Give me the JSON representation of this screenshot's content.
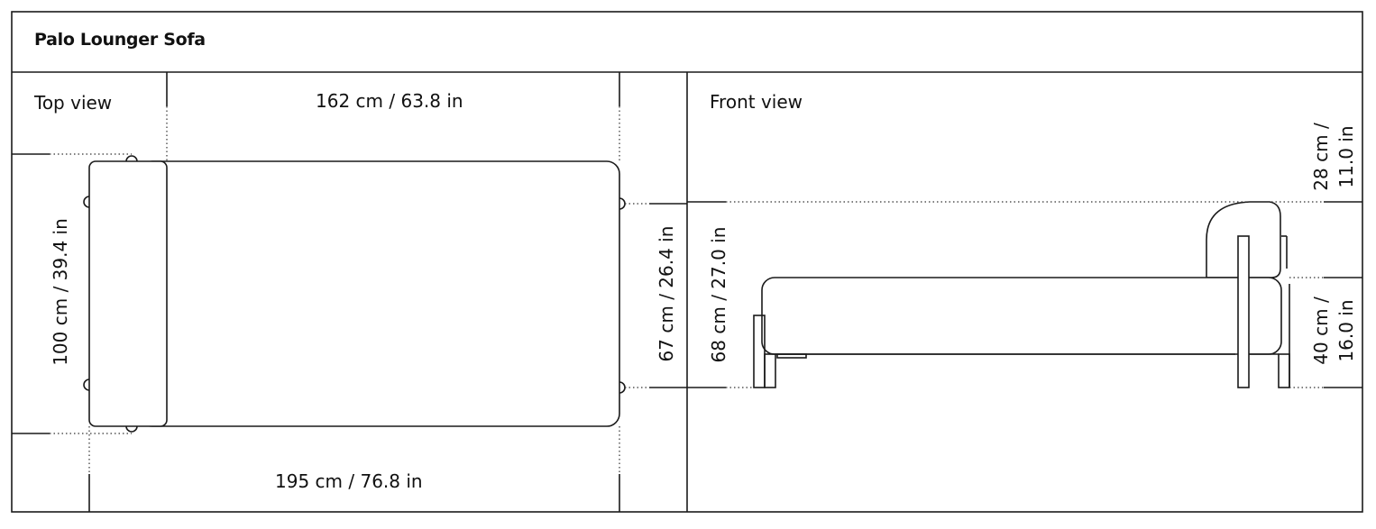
{
  "product": {
    "name": "Palo Lounger Sofa"
  },
  "top_view": {
    "label": "Top view",
    "width_dim": "162 cm / 63.8 in",
    "length_dim": "195 cm / 76.8 in",
    "depth_dim": "100 cm / 39.4 in",
    "inner_depth_dim": "67 cm / 26.4 in"
  },
  "front_view": {
    "label": "Front view",
    "height_dim": "68 cm / 27.0 in",
    "backrest_dim_line1": "28 cm /",
    "backrest_dim_line2": "11.0 in",
    "seat_dim_line1": "40 cm /",
    "seat_dim_line2": "16.0 in"
  },
  "colors": {
    "line": "#1a1a1a",
    "background": "#ffffff"
  }
}
